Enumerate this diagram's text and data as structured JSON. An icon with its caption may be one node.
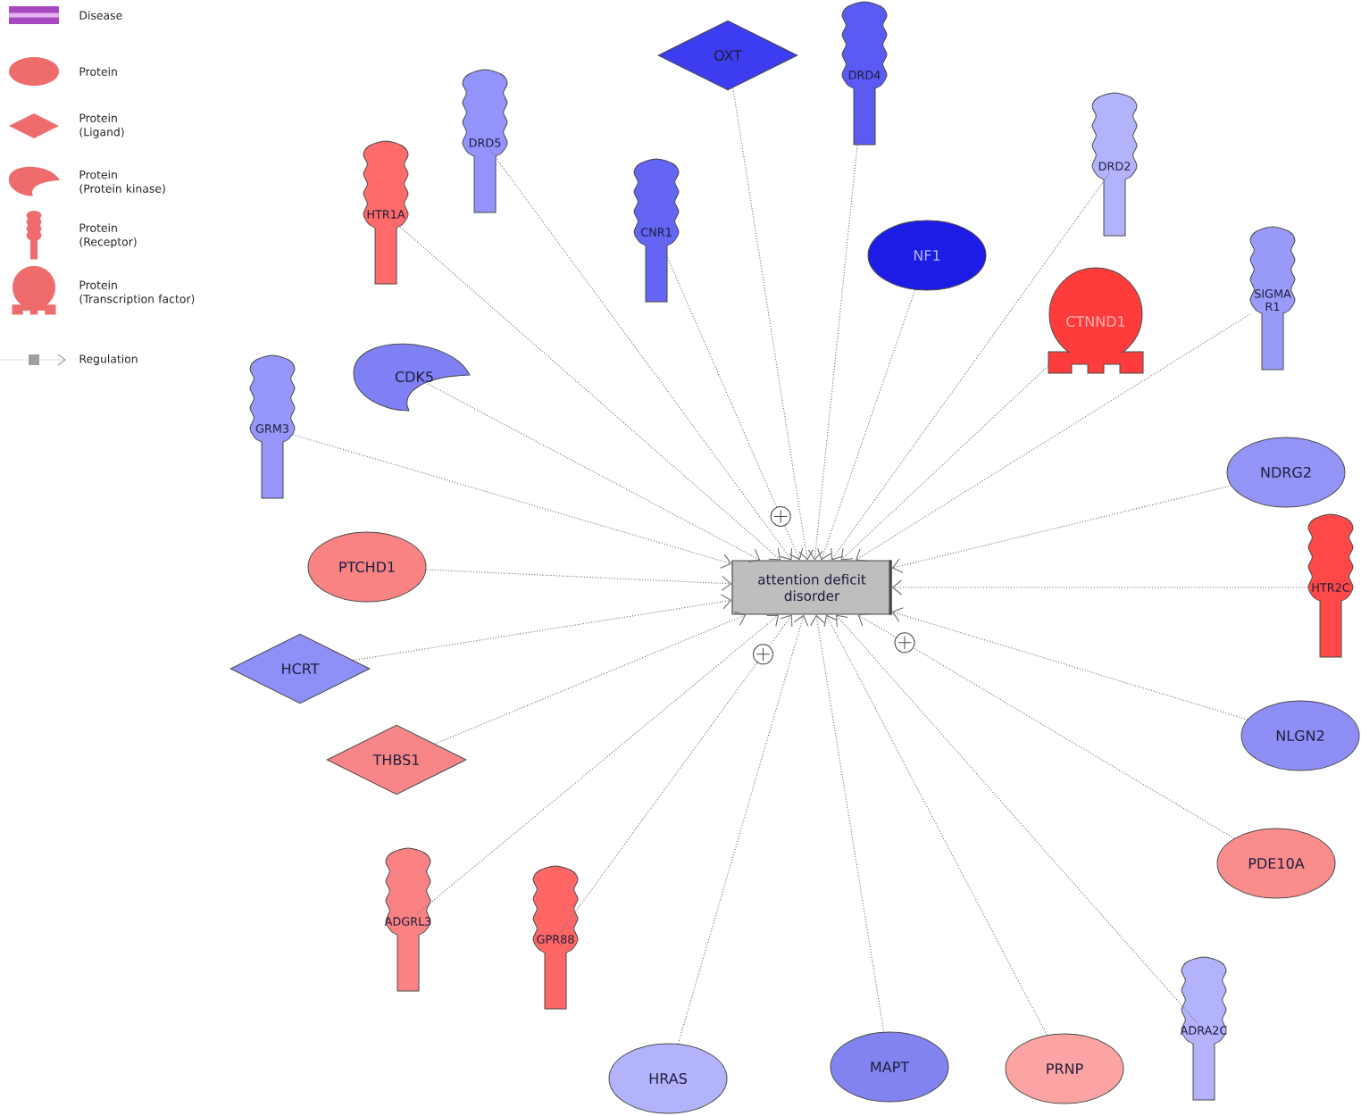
{
  "diagram": {
    "nodes": [
      {
        "text": [
          "OXT"
        ]
      },
      {
        "text": [
          "DRD4"
        ]
      },
      {
        "text": [
          "DRD5"
        ]
      },
      {
        "text": [
          "DRD2"
        ]
      },
      {
        "text": [
          "HTR1A"
        ]
      },
      {
        "text": [
          "CNR1"
        ]
      },
      {
        "text": [
          "NF1"
        ]
      },
      {
        "text": [
          "SIGMA R1"
        ]
      },
      {
        "text": [
          "CTNND1"
        ]
      },
      {
        "text": [
          "CDK5"
        ]
      },
      {
        "text": [
          "GRM3"
        ]
      },
      {
        "text": [
          "NDRG2"
        ]
      },
      {
        "text": [
          "PTCHD1"
        ]
      },
      {
        "text": [
          "attention deficit disorder"
        ]
      },
      {
        "text": [
          "HTR2C"
        ]
      },
      {
        "text": [
          "HCRT"
        ]
      },
      {
        "text": [
          "NLGN2"
        ]
      },
      {
        "text": [
          "THBS1"
        ]
      },
      {
        "text": [
          "PDE10A"
        ]
      },
      {
        "text": [
          "ADGRL3"
        ]
      },
      {
        "text": [
          "GPR88"
        ]
      },
      {
        "text": [
          "ADRA2C"
        ]
      },
      {
        "text": [
          "MAPT"
        ]
      },
      {
        "text": [
          "PRNP"
        ]
      },
      {
        "text": [
          "HRAS"
        ]
      }
    ],
    "edges": [
      {
        "from": 0,
        "to": 13,
        "arrow": "to"
      },
      {
        "from": 1,
        "to": 13,
        "arrow": "to"
      },
      {
        "from": 2,
        "to": 13,
        "arrow": "to"
      },
      {
        "from": 3,
        "to": 13,
        "arrow": "to"
      },
      {
        "from": 4,
        "to": 13,
        "arrow": "to"
      },
      {
        "from": 5,
        "to": 13,
        "arrow": "to"
      },
      {
        "from": 6,
        "to": 13,
        "arrow": "to"
      },
      {
        "from": 7,
        "to": 13,
        "arrow": "to"
      },
      {
        "from": 8,
        "to": 13,
        "arrow": "to"
      },
      {
        "from": 9,
        "to": 13,
        "arrow": "to"
      },
      {
        "from": 10,
        "to": 13,
        "arrow": "to"
      },
      {
        "from": 11,
        "to": 13,
        "arrow": "to"
      },
      {
        "from": 12,
        "to": 13,
        "arrow": "to"
      },
      {
        "from": 14,
        "to": 13,
        "arrow": "to"
      },
      {
        "from": 15,
        "to": 13,
        "arrow": "to"
      },
      {
        "from": 16,
        "to": 13,
        "arrow": "to"
      },
      {
        "from": 17,
        "to": 13,
        "arrow": "to"
      },
      {
        "from": 18,
        "to": 13,
        "arrow": "to"
      },
      {
        "from": 19,
        "to": 13,
        "arrow": "to"
      },
      {
        "from": 20,
        "to": 13,
        "arrow": "to"
      },
      {
        "from": 21,
        "to": 13,
        "arrow": "to"
      },
      {
        "from": 22,
        "to": 13,
        "arrow": "to"
      },
      {
        "from": 23,
        "to": 13,
        "arrow": "to"
      },
      {
        "from": 24,
        "to": 13,
        "arrow": "to"
      }
    ],
    "legend": [
      {
        "text": "Disease"
      },
      {
        "text": "Protein"
      },
      {
        "text": "Protein (Ligand)"
      },
      {
        "text": "Protein (Protein kinase)"
      },
      {
        "text": "Protein (Receptor)"
      },
      {
        "text": "Protein (Transcription factor)"
      },
      {
        "text": "Regulation"
      }
    ]
  }
}
